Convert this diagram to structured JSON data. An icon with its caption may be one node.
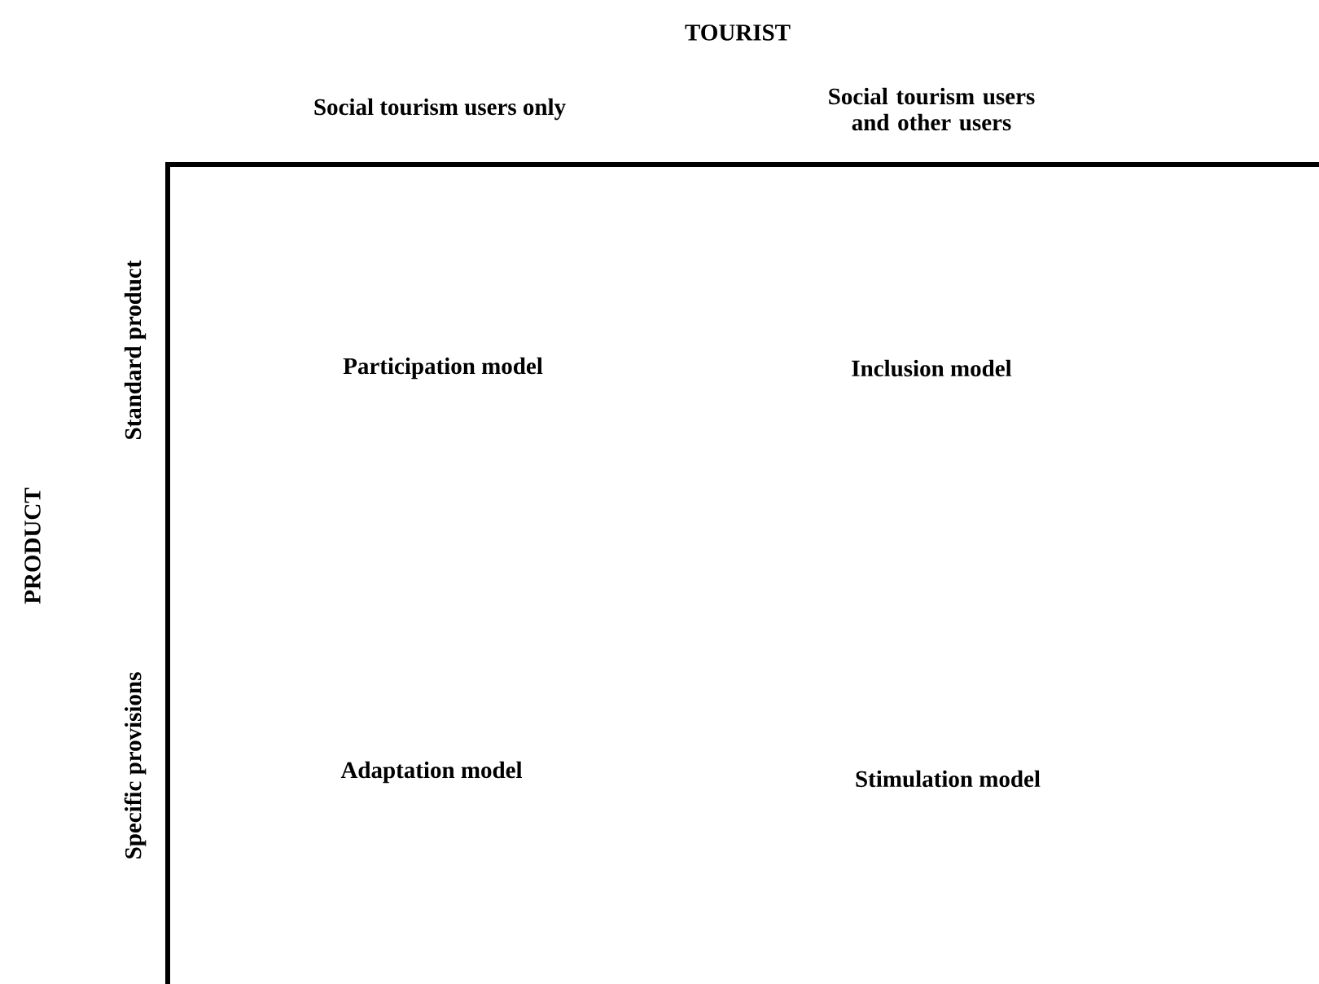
{
  "diagram": {
    "labels": [
      "TOURIST",
      "Social tourism users only",
      "Social tourism users and other users",
      "Standard product",
      "Participation model",
      "Inclusion model",
      "PRODUCT",
      "Specific provisions",
      "Adaptation model",
      "Stimulation model"
    ]
  }
}
